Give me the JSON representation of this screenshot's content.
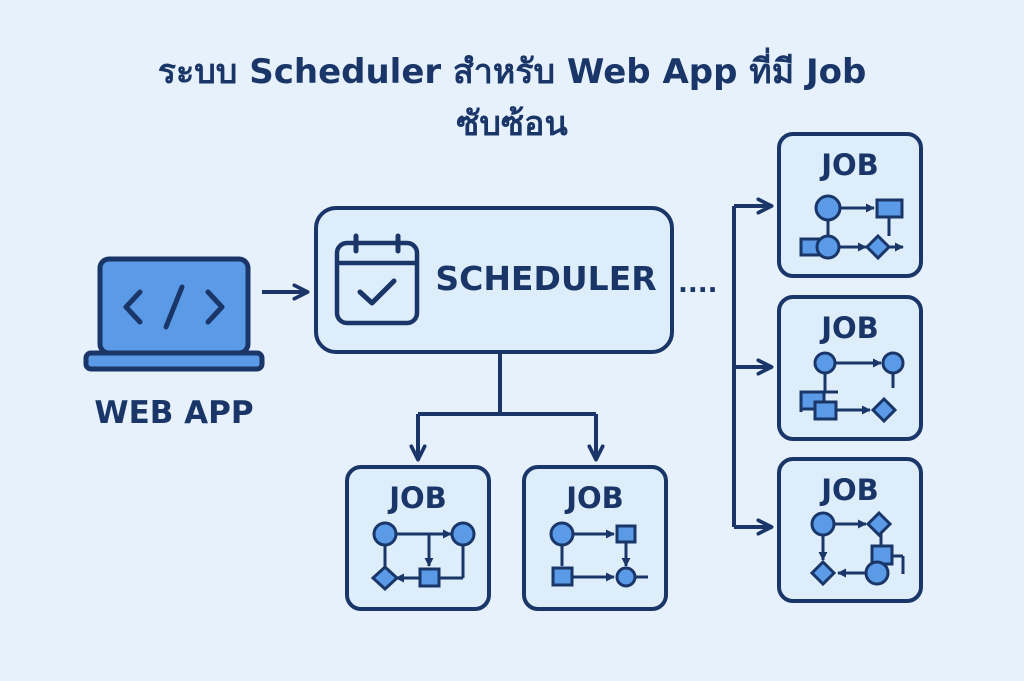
{
  "title": {
    "line1": "ระบบ  Scheduler สำหรับ Web App ที่มี Job",
    "line2": "ซับซ้อน"
  },
  "web_app": {
    "label": "WEB APP",
    "code_glyph": "</>"
  },
  "scheduler": {
    "label": "SCHEDULER",
    "icon": "calendar-check-icon",
    "dots": "...."
  },
  "jobs": [
    {
      "label": "JOB"
    },
    {
      "label": "JOB"
    },
    {
      "label": "JOB"
    },
    {
      "label": "JOB"
    },
    {
      "label": "JOB"
    }
  ],
  "colors": {
    "background": "#e6f1fb",
    "navy": "#1a3668",
    "box_fill": "#deedfa",
    "accent_blue": "#5a9ae6"
  }
}
